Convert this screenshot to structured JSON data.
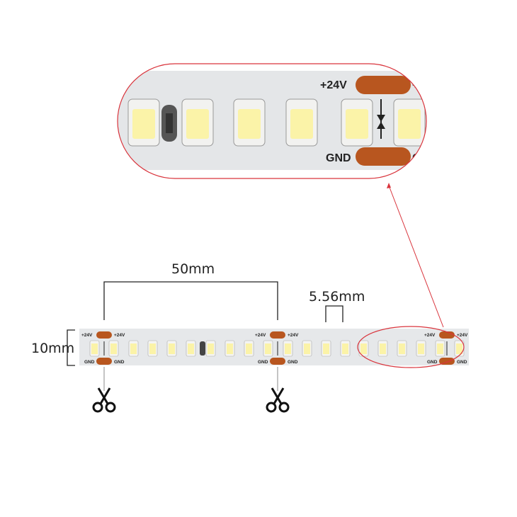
{
  "dimensions": {
    "segment_length": "50mm",
    "led_pitch": "5.56mm",
    "strip_width": "10mm"
  },
  "labels": {
    "positive": "+24V",
    "ground": "GND"
  },
  "icons": [
    "scissors-icon",
    "scissors-icon"
  ],
  "colors": {
    "pcb": "#e6e8ea",
    "led": "#fbf3a8",
    "pad": "#b8561f",
    "highlight": "#d9343c"
  }
}
